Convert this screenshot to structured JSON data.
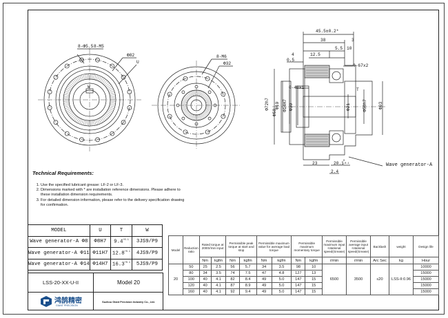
{
  "requirements": {
    "title": "Technical Requirements:",
    "items": [
      "Use the specified lubricant grease: LF-2 or LF-3.",
      "Dimensions marked with * are installation reference dimensions. Please adhere to these installation dimension requirements.",
      "For detailed dimension information, please refer to the delivery specification drawing for confirmation."
    ]
  },
  "model_table": {
    "headers": [
      "MODEL",
      "U",
      "T",
      "W"
    ],
    "rows": [
      [
        "Wave generator-A Φ8",
        "Φ8H7",
        "9.4",
        "3JS9/P9"
      ],
      [
        "Wave generator-A Φ11",
        "Φ11H7",
        "12.8",
        "4JS9/P9"
      ],
      [
        "Wave generator-A Φ14",
        "Φ14H7",
        "16.3",
        "5JS9/P9"
      ]
    ],
    "t_superscript": "+0.1"
  },
  "title_block": {
    "part_no": "LSS-20-XX-U-II",
    "model": "Model 20",
    "logo_cn": "鸿鹄精密",
    "logo_en": "GIANT PRECISION",
    "company": "Suzhou Giant Precision Industry Co., Ltd."
  },
  "spec_table": {
    "headers": [
      "Model",
      "Reduction ratio",
      "Rated torque at 2000r/min input",
      "Permissible peak torque at start and stop",
      "Permissible maximum value for average load torque",
      "Permissible maximum momentary torque",
      "Permissible maximum input rotational speed(Grease)",
      "Permissible average input rotational speed(Grease)",
      "Backlash",
      "weight",
      "Design life"
    ],
    "units": [
      "Nm",
      "kgfm",
      "Nm",
      "kgfm",
      "Nm",
      "kgfm",
      "Nm",
      "kgfm",
      "r/min",
      "r/min",
      "Arc Sec",
      "kg",
      "Hour"
    ],
    "model": "20",
    "rows": [
      [
        "50",
        "25",
        "2.5",
        "56",
        "5.7",
        "34",
        "3.5",
        "98",
        "10",
        "10000"
      ],
      [
        "80",
        "34",
        "3.5",
        "74",
        "7.5",
        "47",
        "4.8",
        "127",
        "13",
        "15000"
      ],
      [
        "100",
        "40",
        "4.1",
        "82",
        "8.4",
        "49",
        "5.0",
        "147",
        "15",
        "15000"
      ],
      [
        "120",
        "40",
        "4.1",
        "87",
        "8.9",
        "49",
        "5.0",
        "147",
        "15",
        "15000"
      ],
      [
        "160",
        "40",
        "4.1",
        "92",
        "9.4",
        "49",
        "5.0",
        "147",
        "15",
        "15000"
      ]
    ],
    "max_speed": "6500",
    "avg_speed": "3500",
    "backlash": "≤20",
    "weight": "LSS-II:0.96"
  },
  "dims": {
    "left_holes": "8-Φ5.5",
    "left_thread": "8-M5",
    "left_dia": "Φ82",
    "left_u": "U",
    "left_w": "W",
    "mid_thread": "8-M6",
    "mid_dia": "Φ32",
    "d45": "45.5±0.2*",
    "d38": "38",
    "d3": "3",
    "d55": "5.5",
    "d10": "10",
    "d4": "4",
    "d125": "12.5",
    "d05": "0.5",
    "d067": "0-67x2",
    "d048": "0-48x1",
    "v1": "Φ72h7",
    "v2": "Φ10",
    "v3": "Φ58",
    "v4": "Φ14H7",
    "v5": "Φ30",
    "v6": "Φ21",
    "v7": "Φ56h7",
    "v8": "Φ93",
    "d23": "23",
    "d201": "20.1",
    "d201tol": "0 -0.1",
    "d24": "2.4",
    "tmark": "T",
    "wave_label": "Wave generator-A"
  }
}
